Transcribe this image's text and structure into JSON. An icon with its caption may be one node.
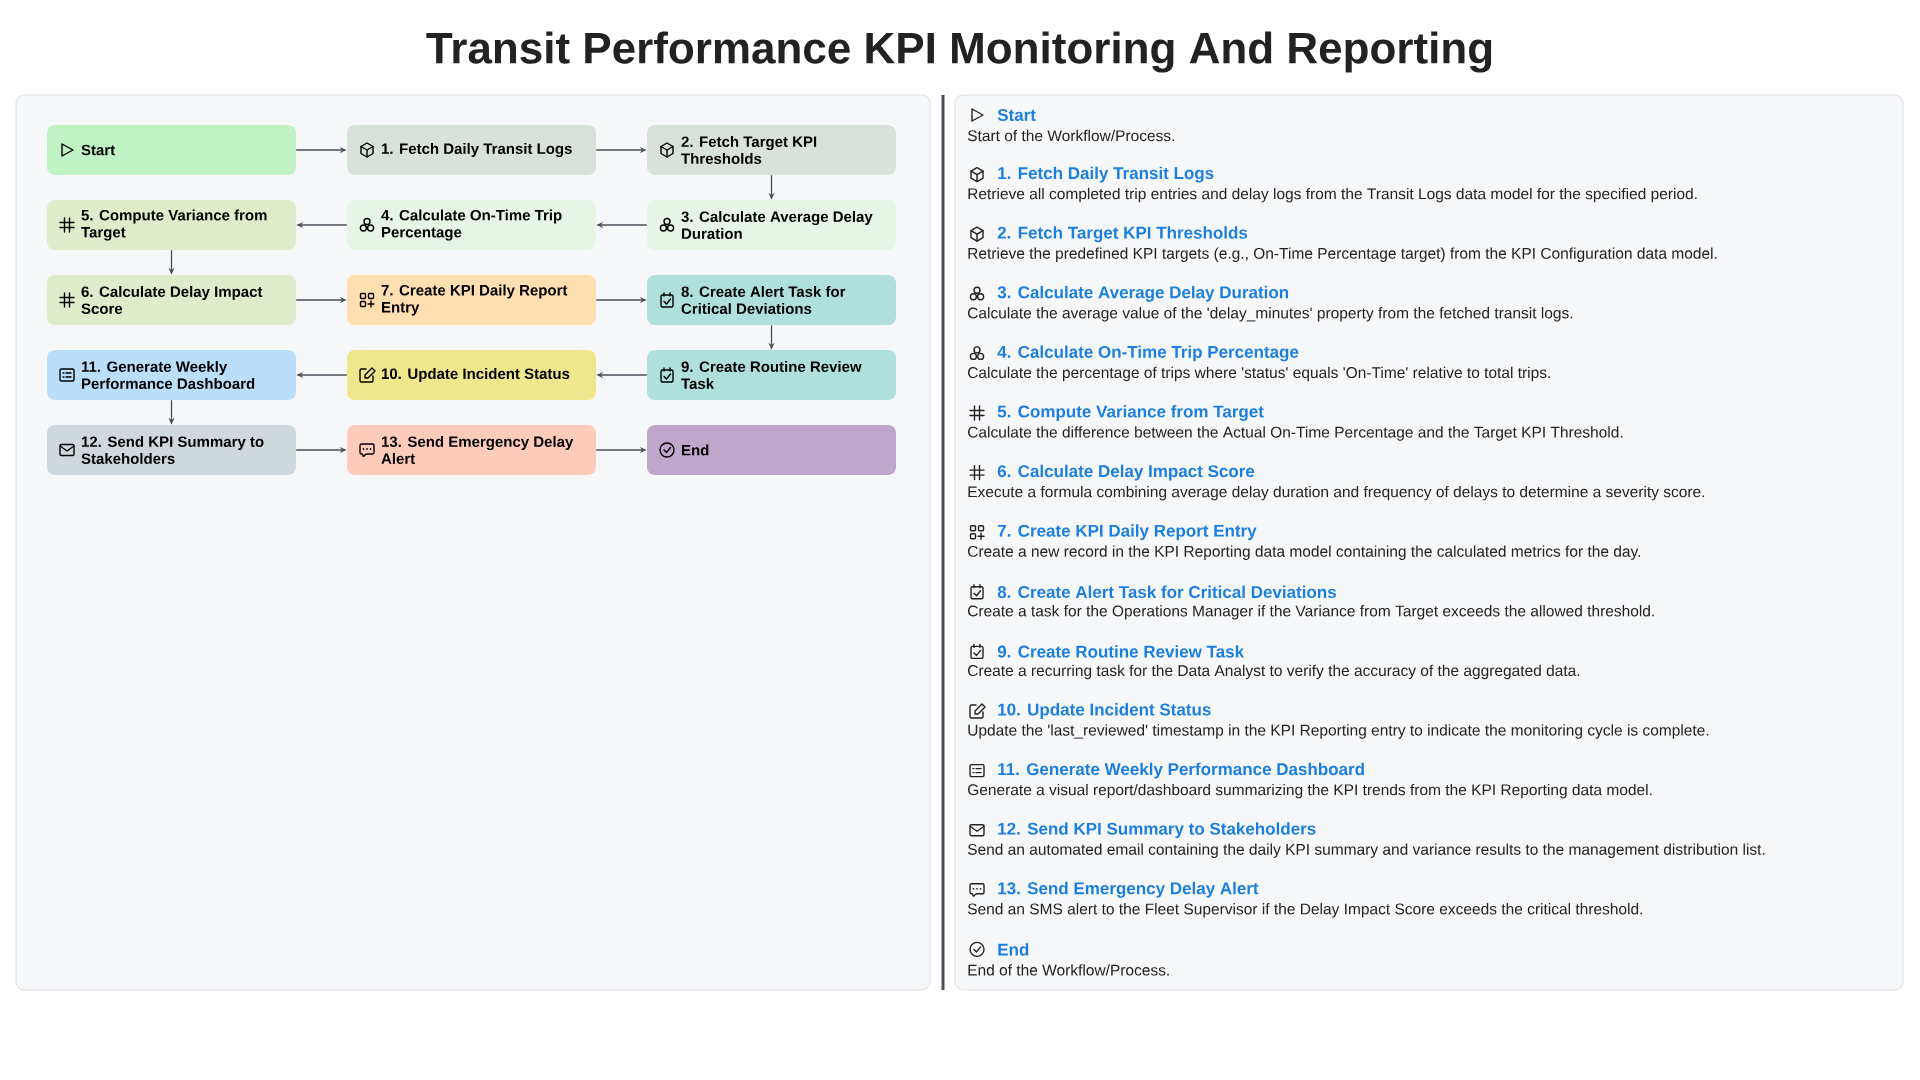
{
  "diagram": {
    "title": "Transit Performance KPI Monitoring And Reporting",
    "nodes": [
      {
        "text": [
          "Start"
        ]
      },
      {
        "text": [
          "1. Fetch Daily Transit Logs"
        ]
      },
      {
        "text": [
          "2. Fetch Target KPI Thresholds"
        ]
      },
      {
        "text": [
          "3. Calculate Average Delay Duration"
        ]
      },
      {
        "text": [
          "4. Calculate On-Time Trip Percentage"
        ]
      },
      {
        "text": [
          "5. Compute Variance from Target"
        ]
      },
      {
        "text": [
          "6. Calculate Delay Impact Score"
        ]
      },
      {
        "text": [
          "7. Create KPI Daily Report Entry"
        ]
      },
      {
        "text": [
          "8. Create Alert Task for Critical Deviations"
        ]
      },
      {
        "text": [
          "9. Create Routine Review Task"
        ]
      },
      {
        "text": [
          "10. Update Incident Status"
        ]
      },
      {
        "text": [
          "11. Generate Weekly Performance Dashboard"
        ]
      },
      {
        "text": [
          "12. Send KPI Summary to Stakeholders"
        ]
      },
      {
        "text": [
          "13. Send Emergency Delay Alert"
        ]
      },
      {
        "text": [
          "End"
        ]
      }
    ],
    "edges": [
      {
        "from": 0,
        "to": 1,
        "arrow": "to"
      },
      {
        "from": 1,
        "to": 2,
        "arrow": "to"
      },
      {
        "from": 2,
        "to": 3,
        "arrow": "to"
      },
      {
        "from": 3,
        "to": 4,
        "arrow": "to"
      },
      {
        "from": 4,
        "to": 5,
        "arrow": "to"
      },
      {
        "from": 5,
        "to": 6,
        "arrow": "to"
      },
      {
        "from": 6,
        "to": 7,
        "arrow": "to"
      },
      {
        "from": 7,
        "to": 8,
        "arrow": "to"
      },
      {
        "from": 8,
        "to": 9,
        "arrow": "to"
      },
      {
        "from": 9,
        "to": 10,
        "arrow": "to"
      },
      {
        "from": 10,
        "to": 11,
        "arrow": "to"
      },
      {
        "from": 11,
        "to": 12,
        "arrow": "to"
      },
      {
        "from": 12,
        "to": 13,
        "arrow": "to"
      },
      {
        "from": 13,
        "to": 14,
        "arrow": "to"
      }
    ],
    "labels": [
      "Start",
      "Start of the Workflow/Process.",
      "1. Fetch Daily Transit Logs",
      "Retrieve all completed trip entries and delay logs from the Transit Logs data model for the specified period.",
      "2. Fetch Target KPI Thresholds",
      "Retrieve the predefined KPI targets (e.g., On-Time Percentage target) from the KPI Configuration data model.",
      "3. Calculate Average Delay Duration",
      "Calculate the average value of the 'delay_minutes' property from the fetched transit logs.",
      "4. Calculate On-Time Trip Percentage",
      "Calculate the percentage of trips where 'status' equals 'On-Time' relative to total trips.",
      "5. Compute Variance from Target",
      "Calculate the difference between the Actual On-Time Percentage and the Target KPI Threshold.",
      "6. Calculate Delay Impact Score",
      "Execute a formula combining average delay duration and frequency of delays to determine a severity score.",
      "7. Create KPI Daily Report Entry",
      "Create a new record in the KPI Reporting data model containing the calculated metrics for the day.",
      "8. Create Alert Task for Critical Deviations",
      "Create a task for the Operations Manager if the Variance from Target exceeds the allowed threshold.",
      "9. Create Routine Review Task",
      "Create a recurring task for the Data Analyst to verify the accuracy of the aggregated data.",
      "10. Update Incident Status",
      "Update the 'last_reviewed' timestamp in the KPI Reporting entry to indicate the monitoring cycle is complete.",
      "11. Generate Weekly Performance Dashboard",
      "Generate a visual report/dashboard summarizing the KPI trends from the KPI Reporting data model.",
      "12. Send KPI Summary to Stakeholders",
      "Send an automated email containing the daily KPI summary and variance results to the management distribution list.",
      "13. Send Emergency Delay Alert",
      "Send an SMS alert to the Fleet Supervisor if the Delay Impact Score exceeds the critical threshold.",
      "End",
      "End of the Workflow/Process."
    ]
  }
}
